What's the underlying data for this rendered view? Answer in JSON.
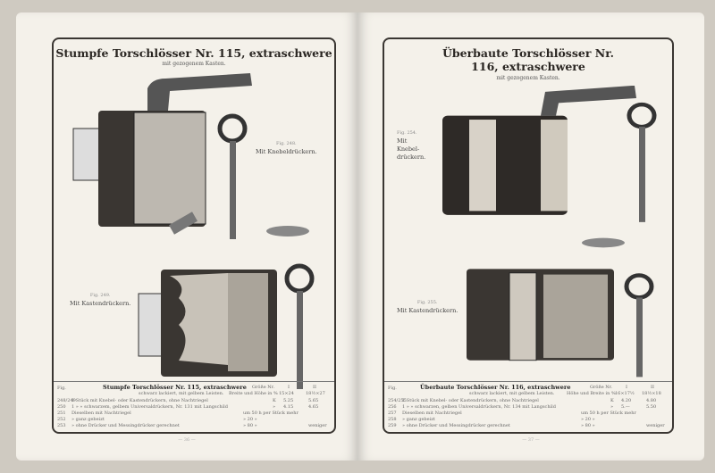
{
  "left_page": {
    "title": "Stumpfe Torschlösser Nr. 115, extraschwere",
    "subtitle": "mit gezogenem Kasten.",
    "fig_top": {
      "fig": "Fig. 248.",
      "caption": "Mit Knebeldrückern."
    },
    "fig_bottom": {
      "fig": "Fig. 249.",
      "caption": "Mit Kastendrückern."
    },
    "table": {
      "fig_label": "Fig.",
      "heading": "Stumpfe Torschlösser Nr. 115, extraschwere",
      "heading_sub": "schwarz lackiert, mit gelbem Leisten.",
      "size_label": "Größe Nr.",
      "size_cols": [
        "I",
        "II"
      ],
      "dims_label": "Breite und Höhe in %",
      "dims": [
        "15×24",
        "18½×27"
      ],
      "rows": [
        {
          "fig": "248/249",
          "text": "1 Stück mit Knebel- oder Kastendrückern, ohne Nachtriegel",
          "unit": "K",
          "values": [
            "5.25",
            "5.65"
          ]
        },
        {
          "fig": "250",
          "text": "1 » » schwarzem, gelbem Universaldrückern, Nr. 131 mit Langschild",
          "unit": "»",
          "values": [
            "4.15",
            "4.65"
          ]
        },
        {
          "fig": "251",
          "text": "Dieselben mit Nachtriegel",
          "unit": "",
          "values": [
            "um 50 h per Stück mehr",
            ""
          ]
        },
        {
          "fig": "252",
          "text": "» ganz gebeizt",
          "unit": "",
          "values": [
            "» 20 »",
            ""
          ]
        },
        {
          "fig": "253",
          "text": "» ohne Drücker und Messingdrücker gerechnet",
          "unit": "",
          "values": [
            "» 80 »",
            "weniger"
          ]
        }
      ]
    },
    "page_number": "— 36 —"
  },
  "right_page": {
    "title": "Überbaute Torschlösser Nr. 116, extraschwere",
    "subtitle": "mit gezogenem Kasten.",
    "fig_top": {
      "fig": "Fig. 254.",
      "caption": "Mit Knebel-drückern."
    },
    "fig_bottom": {
      "fig": "Fig. 255.",
      "caption": "Mit Kastendrückern."
    },
    "table": {
      "fig_label": "Fig.",
      "heading": "Überbaute Torschlösser Nr. 116, extraschwere",
      "heading_sub": "schwarz lackiert, mit gelbem Leisten.",
      "size_label": "Größe Nr.",
      "size_cols": [
        "I",
        "II"
      ],
      "dims_label": "Höhe und Breite in %",
      "dims": [
        "16×17½",
        "18½×18"
      ],
      "rows": [
        {
          "fig": "254/255",
          "text": "1 Stück mit Knebel- oder Kastendrückern, ohne Nachtriegel",
          "unit": "K",
          "values": [
            "4.20",
            "4.80"
          ]
        },
        {
          "fig": "256",
          "text": "1 » » schwarzen, gelben Universaldrückern, Nr. 134 mit Langschild",
          "unit": "»",
          "values": [
            "5.—",
            "5.50"
          ]
        },
        {
          "fig": "257",
          "text": "Dieselben mit Nachtriegel",
          "unit": "",
          "values": [
            "um 50 h per Stück mehr",
            ""
          ]
        },
        {
          "fig": "258",
          "text": "» ganz gebeizt",
          "unit": "",
          "values": [
            "» 20 »",
            ""
          ]
        },
        {
          "fig": "259",
          "text": "» ohne Drücker und Messingdrücker gerechnet",
          "unit": "",
          "values": [
            "» 80 »",
            "weniger"
          ]
        }
      ]
    },
    "page_number": "— 37 —"
  }
}
